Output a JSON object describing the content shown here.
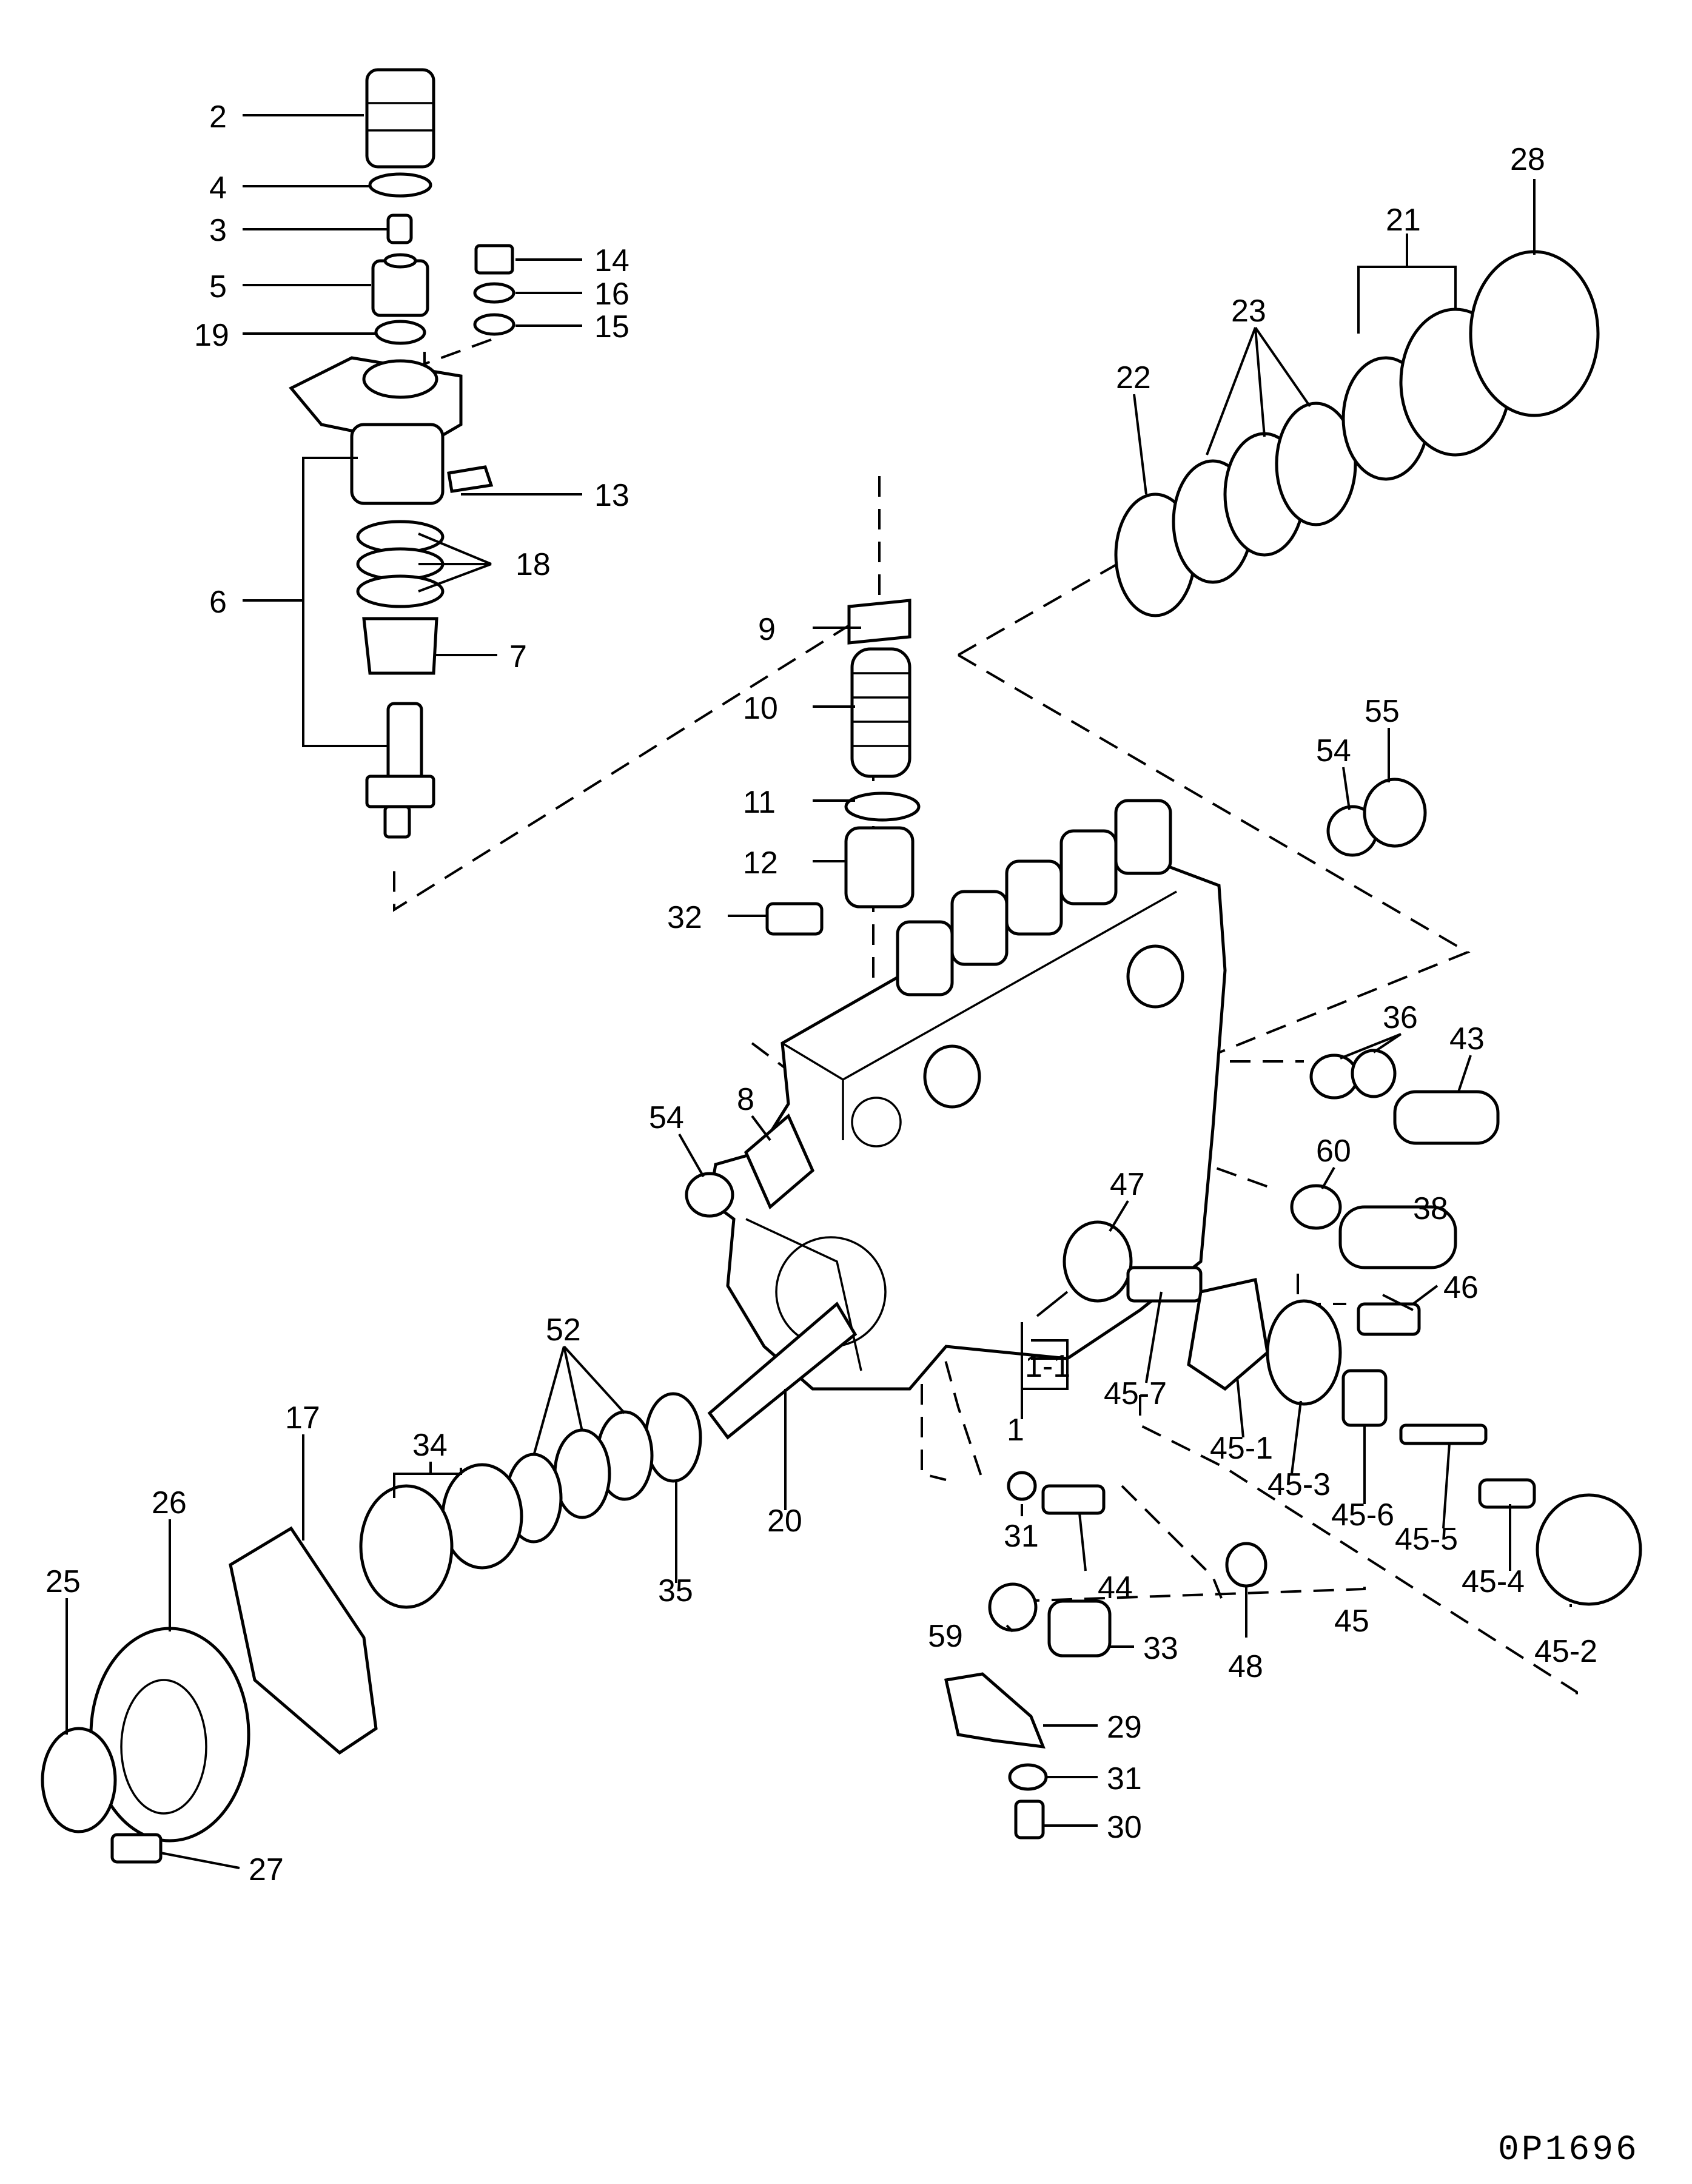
{
  "drawing_code": "0P1696",
  "callouts": [
    {
      "id": "2",
      "label": "2"
    },
    {
      "id": "4",
      "label": "4"
    },
    {
      "id": "3",
      "label": "3"
    },
    {
      "id": "5",
      "label": "5"
    },
    {
      "id": "19",
      "label": "19"
    },
    {
      "id": "14",
      "label": "14"
    },
    {
      "id": "16",
      "label": "16"
    },
    {
      "id": "15",
      "label": "15"
    },
    {
      "id": "13",
      "label": "13"
    },
    {
      "id": "18",
      "label": "18"
    },
    {
      "id": "6",
      "label": "6"
    },
    {
      "id": "7",
      "label": "7"
    },
    {
      "id": "9",
      "label": "9"
    },
    {
      "id": "10",
      "label": "10"
    },
    {
      "id": "11",
      "label": "11"
    },
    {
      "id": "12",
      "label": "12"
    },
    {
      "id": "32",
      "label": "32"
    },
    {
      "id": "28",
      "label": "28"
    },
    {
      "id": "21",
      "label": "21"
    },
    {
      "id": "23",
      "label": "23"
    },
    {
      "id": "22",
      "label": "22"
    },
    {
      "id": "54a",
      "label": "54"
    },
    {
      "id": "55",
      "label": "55"
    },
    {
      "id": "36",
      "label": "36"
    },
    {
      "id": "43",
      "label": "43"
    },
    {
      "id": "8",
      "label": "8"
    },
    {
      "id": "54b",
      "label": "54"
    },
    {
      "id": "60",
      "label": "60"
    },
    {
      "id": "47",
      "label": "47"
    },
    {
      "id": "38",
      "label": "38"
    },
    {
      "id": "46",
      "label": "46"
    },
    {
      "id": "52",
      "label": "52"
    },
    {
      "id": "34",
      "label": "34"
    },
    {
      "id": "17",
      "label": "17"
    },
    {
      "id": "26",
      "label": "26"
    },
    {
      "id": "25",
      "label": "25"
    },
    {
      "id": "35",
      "label": "35"
    },
    {
      "id": "20",
      "label": "20"
    },
    {
      "id": "1-1",
      "label": "1-1"
    },
    {
      "id": "1",
      "label": "1"
    },
    {
      "id": "45-7",
      "label": "45-7"
    },
    {
      "id": "45-1",
      "label": "45-1"
    },
    {
      "id": "45-3",
      "label": "45-3"
    },
    {
      "id": "45-6",
      "label": "45-6"
    },
    {
      "id": "45-5",
      "label": "45-5"
    },
    {
      "id": "45-4",
      "label": "45-4"
    },
    {
      "id": "45-2",
      "label": "45-2"
    },
    {
      "id": "45",
      "label": "45"
    },
    {
      "id": "31a",
      "label": "31"
    },
    {
      "id": "44",
      "label": "44"
    },
    {
      "id": "48",
      "label": "48"
    },
    {
      "id": "59",
      "label": "59"
    },
    {
      "id": "33",
      "label": "33"
    },
    {
      "id": "29",
      "label": "29"
    },
    {
      "id": "31b",
      "label": "31"
    },
    {
      "id": "30",
      "label": "30"
    },
    {
      "id": "27",
      "label": "27"
    }
  ]
}
